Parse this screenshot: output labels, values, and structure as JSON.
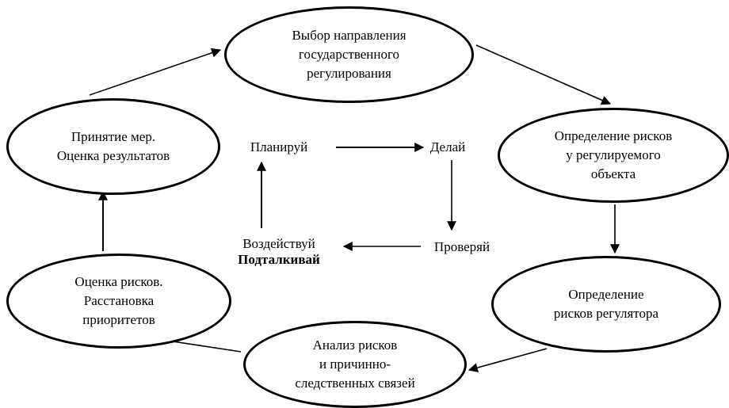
{
  "diagram": {
    "title": "Risk-based regulation PDCA cycle diagram",
    "colors": {
      "stroke": "#000000",
      "background": "#ffffff"
    },
    "ellipses": [
      {
        "id": "top",
        "label": "Выбор направления\nгосударственного\nрегулирования"
      },
      {
        "id": "right-upper",
        "label": "Определение рисков\nу регулируемого\nобъекта"
      },
      {
        "id": "right-lower",
        "label": "Определение\nрисков регулятора"
      },
      {
        "id": "bottom",
        "label": "Анализ рисков\nи причинно-\nследственных связей"
      },
      {
        "id": "left-lower",
        "label": "Оценка рисков.\nРасстановка\nприоритетов"
      },
      {
        "id": "left-upper",
        "label": "Принятие мер.\nОценка результатов"
      }
    ],
    "pdca": {
      "plan": "Планируй",
      "do": "Делай",
      "check": "Проверяй",
      "act": "Воздействуй",
      "act_bold": "Подталкивай"
    }
  }
}
